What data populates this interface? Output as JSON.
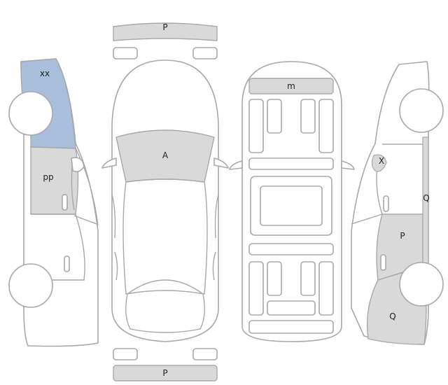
{
  "colors": {
    "outline": "#a8a8a8",
    "damage_gray": "#d9d9d9",
    "damage_blue": "#a9bfdc",
    "background": "#ffffff"
  },
  "labels": {
    "front_bumper": "P",
    "rear_bumper": "P",
    "hood": "A",
    "roof": "m",
    "left_front_fender": "xx",
    "left_front_door": "pp",
    "right_mirror": "X",
    "right_pillar": "Q",
    "right_rear_door": "P",
    "right_rear_quarter": "Q"
  }
}
